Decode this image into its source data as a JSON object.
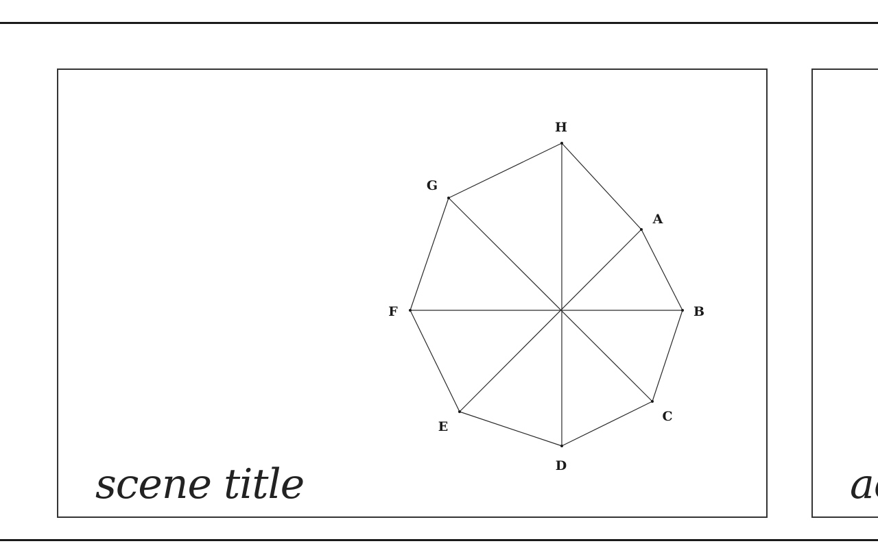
{
  "scene": {
    "title": "scene title",
    "next_title": "ac"
  },
  "diagram": {
    "vertices": [
      {
        "id": "A",
        "label": "A"
      },
      {
        "id": "B",
        "label": "B"
      },
      {
        "id": "C",
        "label": "C"
      },
      {
        "id": "D",
        "label": "D"
      },
      {
        "id": "E",
        "label": "E"
      },
      {
        "id": "F",
        "label": "F"
      },
      {
        "id": "G",
        "label": "G"
      },
      {
        "id": "H",
        "label": "H"
      }
    ],
    "perimeter": [
      "H",
      "A",
      "B",
      "C",
      "D",
      "E",
      "F",
      "G",
      "H"
    ],
    "diagonals": [
      [
        "H",
        "D"
      ],
      [
        "F",
        "B"
      ],
      [
        "G",
        "C"
      ],
      [
        "A",
        "E"
      ]
    ]
  }
}
